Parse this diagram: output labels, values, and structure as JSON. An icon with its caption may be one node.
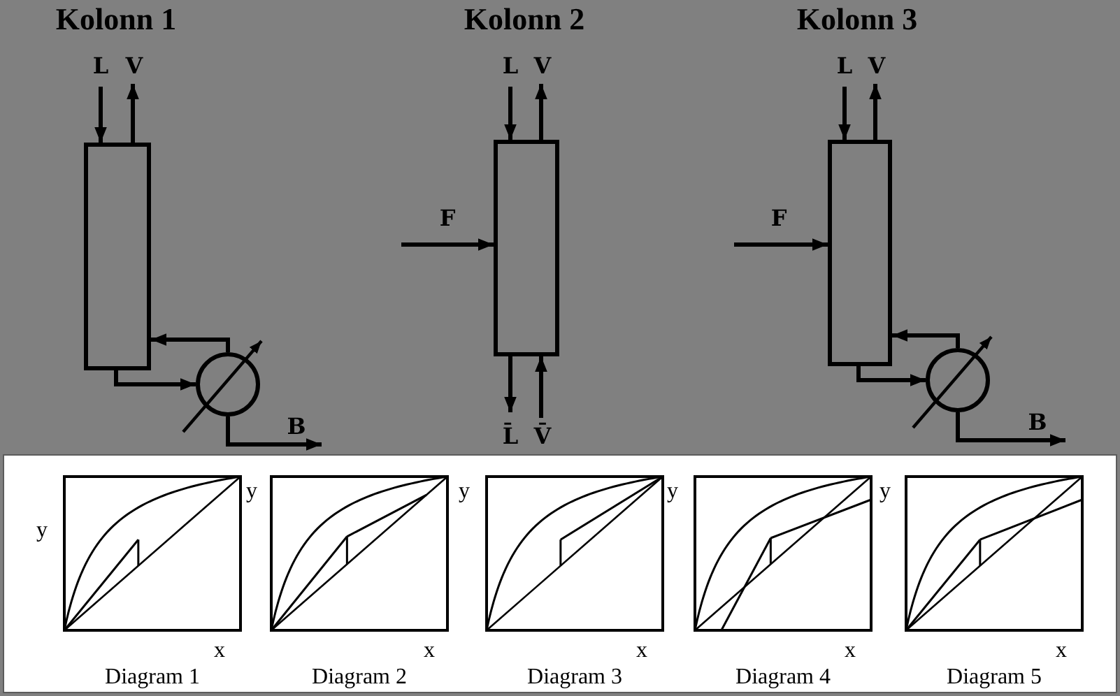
{
  "diagram": {
    "nodes": [
      {
        "text": [],
        "shape": "box"
      },
      {
        "text": [],
        "shape": "circle"
      },
      {
        "text": [],
        "shape": "box"
      },
      {
        "text": [],
        "shape": "box"
      },
      {
        "text": [],
        "shape": "circle"
      }
    ],
    "edges": [
      {
        "from": null,
        "to": 0,
        "arrow": "to",
        "label": "L"
      },
      {
        "from": 0,
        "to": null,
        "arrow": "to",
        "label": "V"
      },
      {
        "from": 0,
        "to": 1,
        "arrow": "to"
      },
      {
        "from": 1,
        "to": 0,
        "arrow": "to"
      },
      {
        "from": 1,
        "to": null,
        "arrow": "to",
        "label": "B"
      },
      {
        "from": null,
        "to": 2,
        "arrow": "to",
        "label": "L"
      },
      {
        "from": 2,
        "to": null,
        "arrow": "to",
        "label": "V"
      },
      {
        "from": null,
        "to": 2,
        "arrow": "to",
        "label": "F"
      },
      {
        "from": 2,
        "to": null,
        "arrow": "to",
        "label": "L̄"
      },
      {
        "from": null,
        "to": 2,
        "arrow": "to",
        "label": "V̄"
      },
      {
        "from": null,
        "to": 3,
        "arrow": "to",
        "label": "L"
      },
      {
        "from": 3,
        "to": null,
        "arrow": "to",
        "label": "V"
      },
      {
        "from": null,
        "to": 3,
        "arrow": "to",
        "label": "F"
      },
      {
        "from": 3,
        "to": 4,
        "arrow": "to"
      },
      {
        "from": 4,
        "to": 3,
        "arrow": "to"
      },
      {
        "from": 4,
        "to": null,
        "arrow": "to",
        "label": "B"
      }
    ],
    "labels": [
      "Kolonn 1",
      "Kolonn 2",
      "Kolonn 3",
      "y",
      "y",
      "y",
      "y",
      "y",
      "x",
      "x",
      "x",
      "x",
      "x",
      "Diagram 1",
      "Diagram 2",
      "Diagram 3",
      "Diagram 4",
      "Diagram 5"
    ]
  }
}
